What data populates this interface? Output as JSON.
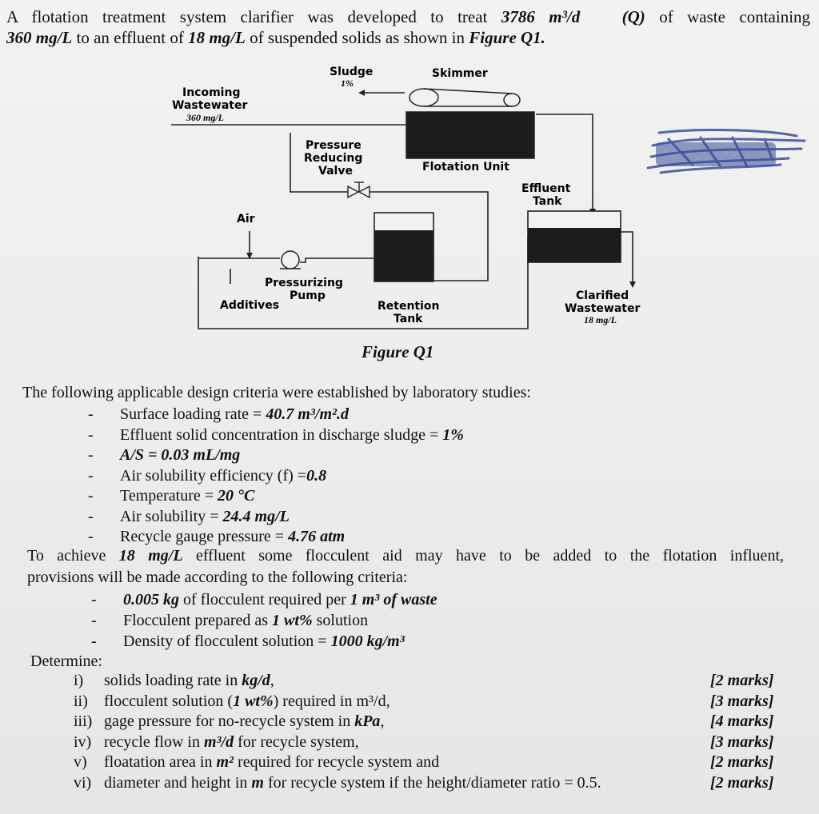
{
  "intro": {
    "line1_a": "A flotation treatment system clarifier was developed to treat ",
    "flow": "3786 m³/d",
    "q": "(Q)",
    "line1_b": " of waste containing",
    "conc_in": "360 mg/L",
    "line2_a": " to an effluent of ",
    "conc_out": "18 mg/L",
    "line2_b": " of suspended solids as shown in ",
    "figref": "Figure Q1."
  },
  "diagram": {
    "sludge": "Sludge",
    "sludge_pct": "1%",
    "skimmer": "Skimmer",
    "incoming1": "Incoming",
    "incoming2": "Wastewater",
    "incoming_conc": "360 mg/L",
    "prv1": "Pressure",
    "prv2": "Reducing",
    "prv3": "Valve",
    "flotation_unit": "Flotation Unit",
    "effluent1": "Effluent",
    "effluent2": "Tank",
    "air": "Air",
    "pump1": "Pressurizing",
    "pump2": "Pump",
    "additives": "Additives",
    "retention1": "Retention",
    "retention2": "Tank",
    "clarified1": "Clarified",
    "clarified2": "Wastewater",
    "clarified_conc": "18 mg/L"
  },
  "figure_caption": "Figure Q1",
  "criteria_intro": "The following applicable design criteria were established by laboratory studies:",
  "criteria": [
    {
      "label": "Surface loading rate = ",
      "value": "40.7 m³/m².d"
    },
    {
      "label": "Effluent solid concentration in discharge sludge = ",
      "value": "1%"
    },
    {
      "label": "",
      "value": "A/S = 0.03 mL/mg"
    },
    {
      "label": "Air solubility efficiency (f) =",
      "value": "0.8"
    },
    {
      "label": "Temperature = ",
      "value": "20 °C"
    },
    {
      "label": "Air solubility = ",
      "value": "24.4 mg/L"
    },
    {
      "label": "Recycle gauge pressure = ",
      "value": "4.76 atm"
    }
  ],
  "achieve": {
    "a1": "To achieve ",
    "a1_val": "18 mg/L",
    "a1_rest": " effluent some flocculent aid may have to be added to the flotation influent,",
    "a2": "provisions will be made according to the following criteria:"
  },
  "flocculent": [
    {
      "v1": "0.005 kg",
      "t1": " of flocculent required per ",
      "v2": "1 m³ of waste",
      "t2": ""
    },
    {
      "v1": "",
      "t1": "Flocculent prepared as ",
      "v2": "1 wt%",
      "t2": " solution"
    },
    {
      "v1": "",
      "t1": "Density of flocculent solution = ",
      "v2": "1000 kg/m³",
      "t2": ""
    }
  ],
  "determine": "Determine:",
  "questions": [
    {
      "num": "i)",
      "t1": "solids loading rate in ",
      "u": "kg/d",
      "t2": ","
    },
    {
      "num": "ii)",
      "t1": "flocculent solution (",
      "u": "1 wt%",
      "t2": ") required in m³/d,"
    },
    {
      "num": "iii)",
      "t1": "gage pressure for no-recycle system in ",
      "u": "kPa",
      "t2": ","
    },
    {
      "num": "iv)",
      "t1": "recycle flow  in ",
      "u": "m³/d",
      "t2": " for recycle system,"
    },
    {
      "num": "v)",
      "t1": "floatation area in ",
      "u": "m²",
      "t2": " required for recycle system and"
    },
    {
      "num": "vi)",
      "t1": "diameter and height  in ",
      "u": "m",
      "t2": "  for recycle system if the height/diameter ratio = 0.5."
    }
  ],
  "marks": [
    "[2 marks]",
    "[3 marks]",
    "[4 marks]",
    "[3 marks]",
    "[2 marks]",
    "[2 marks]"
  ],
  "colors": {
    "ink": "#111111",
    "tank_fill": "#1c1c1c",
    "scribble": "#3a4f9a"
  }
}
